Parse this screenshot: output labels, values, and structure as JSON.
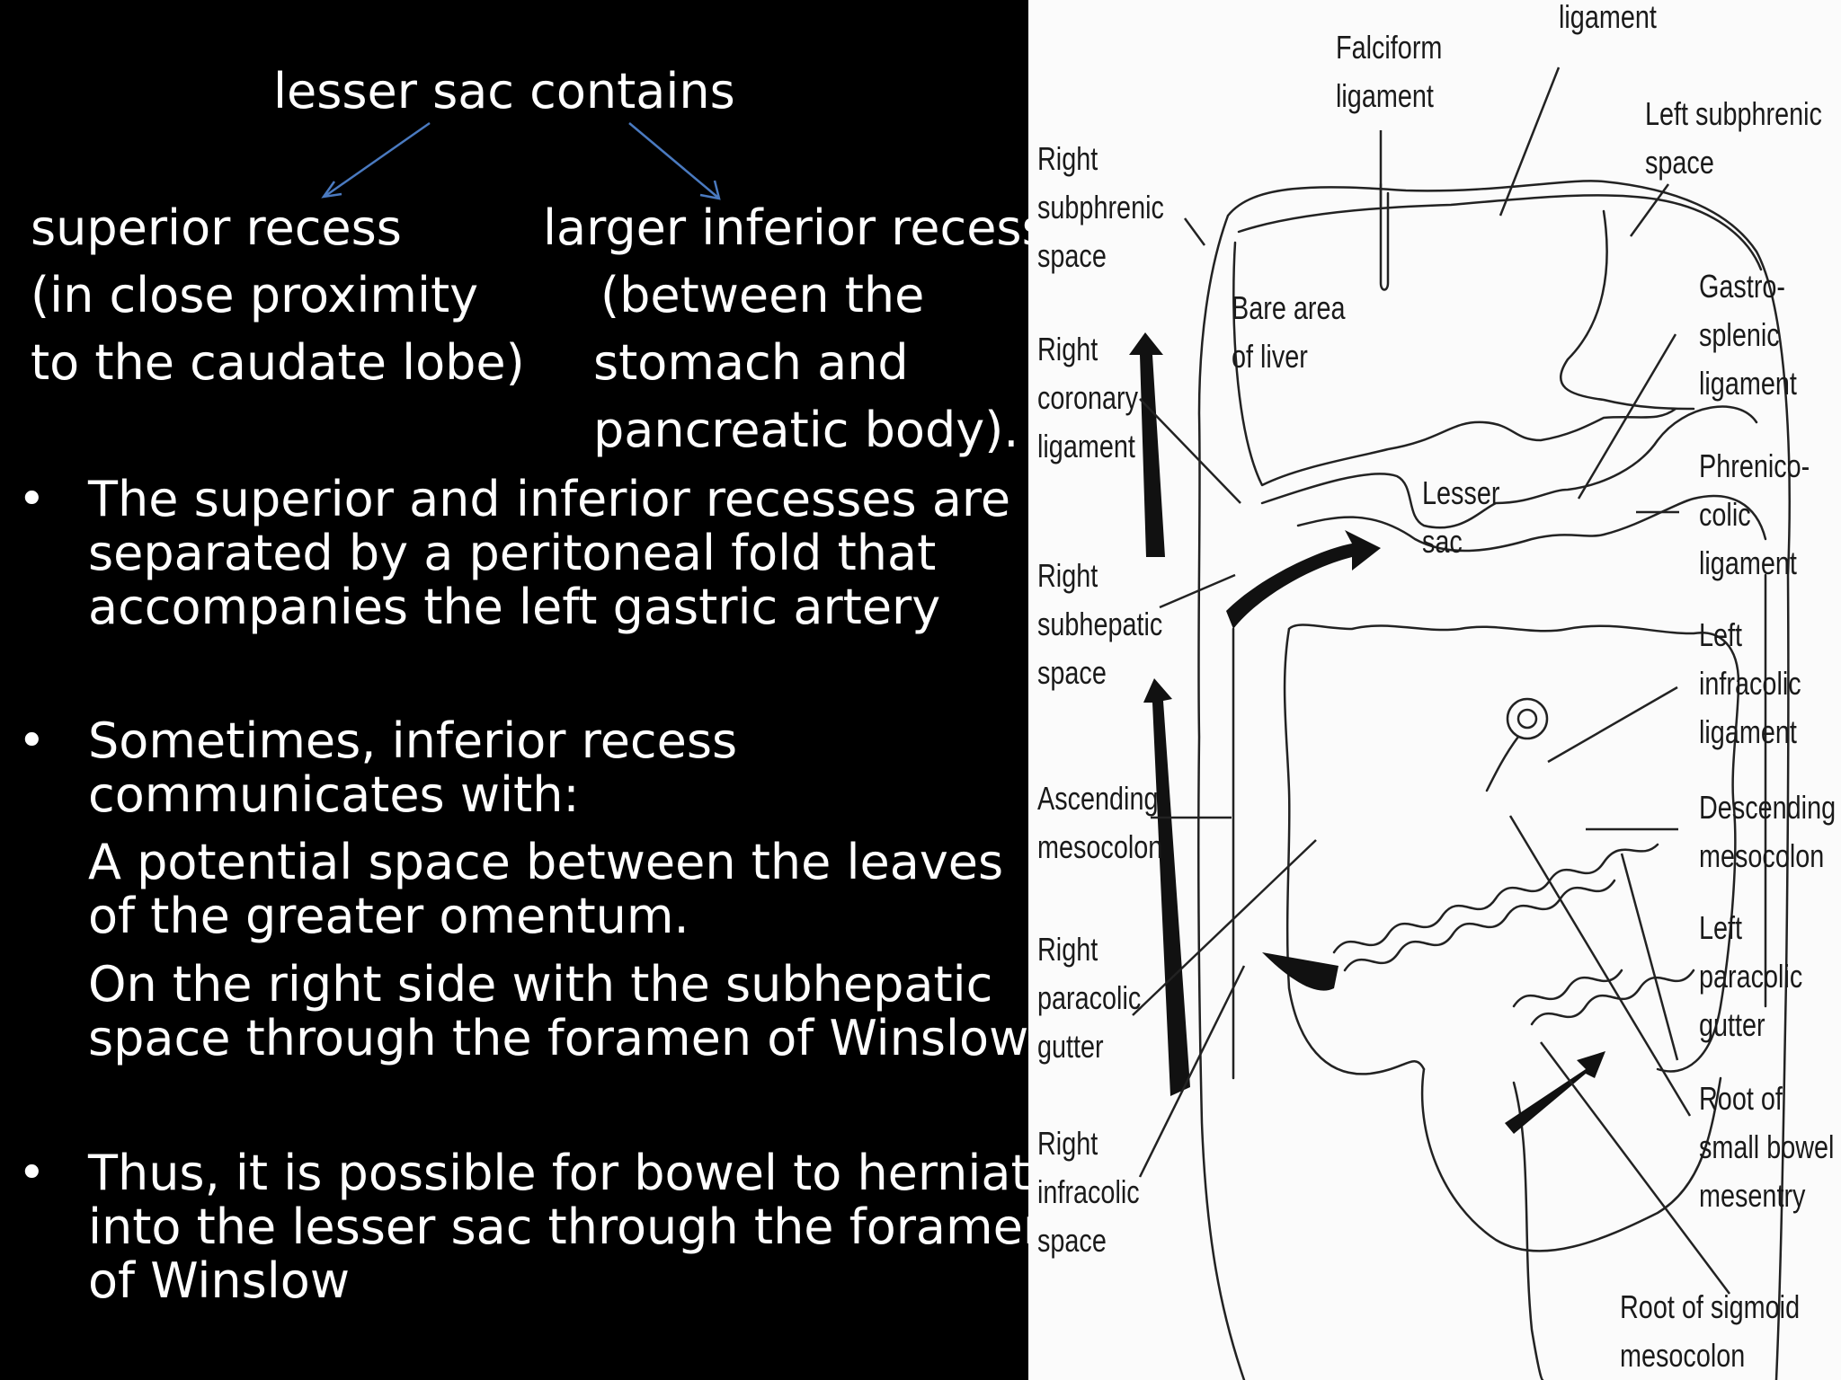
{
  "left": {
    "heading": "lesser sac contains",
    "superior_recess": [
      "superior recess",
      "(in close proximity",
      " to the caudate lobe)"
    ],
    "inferior_recess": [
      "larger inferior recess",
      "(between the",
      " stomach and",
      "pancreatic body)."
    ],
    "bullet_symbol": "•",
    "bullets": [
      [
        "The superior and inferior recesses are",
        "separated by a peritoneal fold that",
        "accompanies the left gastric artery"
      ],
      [
        "Sometimes, inferior recess",
        "communicates with:"
      ],
      [
        " Thus, it is possible for bowel to herniate",
        "into the lesser sac through the foramen",
        "of Winslow"
      ]
    ],
    "sub_paragraphs": [
      [
        "    A potential space between the leaves",
        "of the greater omentum."
      ],
      [
        "     On the right side with the subhepatic",
        "space through the foramen of Winslow."
      ]
    ],
    "arrow_color": "#4a7ac0"
  },
  "diagram_labels": {
    "ligament_top": "ligament",
    "falciform": "Falciform\nligament",
    "left_subphrenic": "Left subphrenic\nspace",
    "right_subphrenic": "Right\nsubphrenic\nspace",
    "bare_area": "Bare area\nof liver",
    "gastrosplenic": "Gastro-\nsplenic\nligament",
    "right_coronary": "Right\ncoronary\nligament",
    "lesser_sac": "Lesser\nsac",
    "phrenicocolic": "Phrenico-\ncolic\nligament",
    "right_subhepatic": "Right\nsubhepatic\nspace",
    "left_infracolic": "Left\ninfracolic\nligament",
    "ascending_mesocolon": "Ascending\nmesocolon",
    "descending_mesocolon": "Descending\nmesocolon",
    "right_paracolic": "Right\nparacolic\ngutter",
    "left_paracolic": "Left\nparacolic\ngutter",
    "right_infracolic": "Right\ninfracolic\nspace",
    "root_small_bowel": "Root of\nsmall bowel\nmesentry",
    "root_sigmoid": "Root of sigmoid\nmesocolon"
  }
}
